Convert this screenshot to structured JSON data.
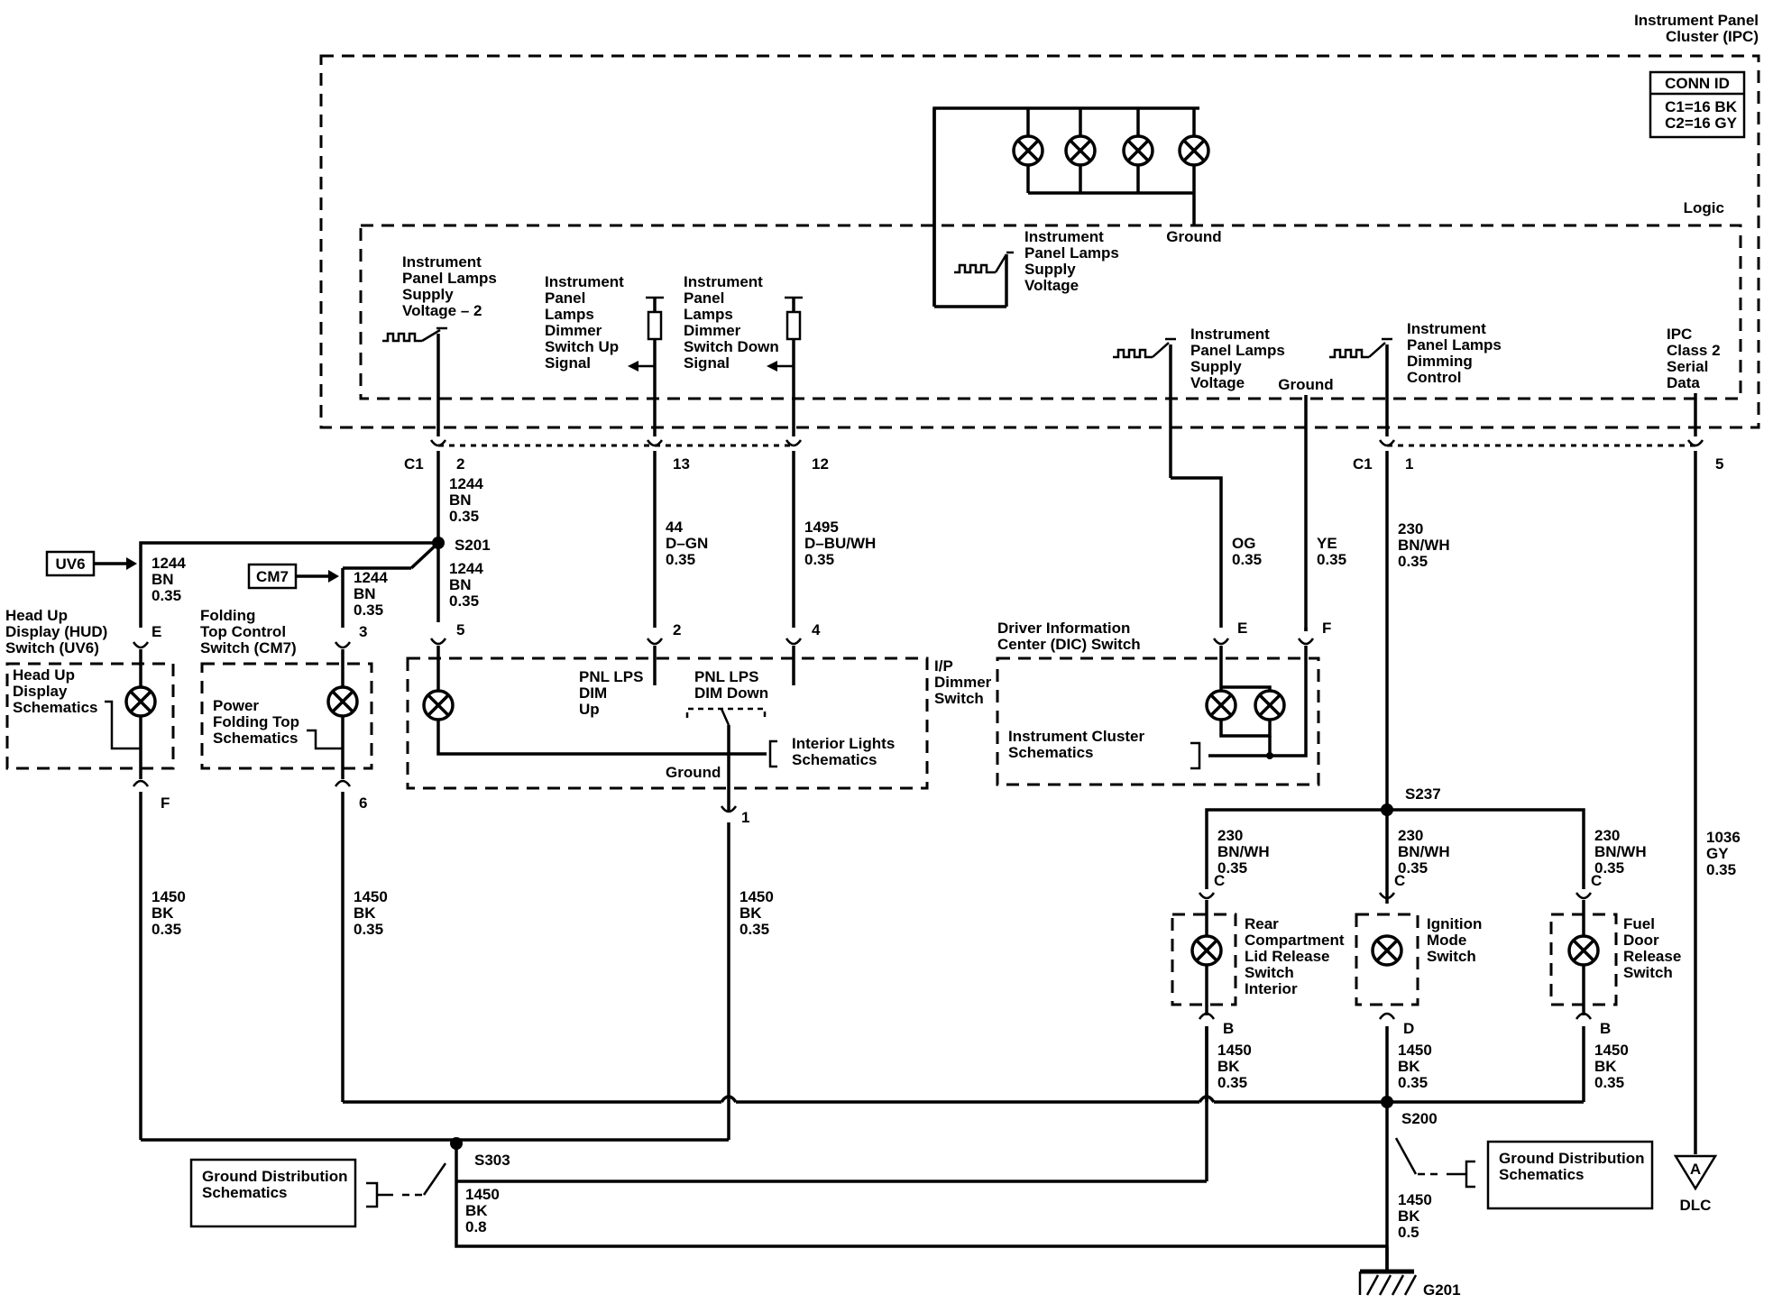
{
  "ipc": {
    "title": [
      "Instrument Panel",
      "Cluster (IPC)"
    ],
    "conn_id": {
      "header": "CONN ID",
      "lines": [
        "C1=16 BK",
        "C2=16 GY"
      ]
    },
    "logic": "Logic",
    "ground_top": "Ground",
    "supply_voltage": [
      "Instrument",
      "Panel Lamps",
      "Supply",
      "Voltage"
    ],
    "supply_voltage_2": [
      "Instrument",
      "Panel Lamps",
      "Supply",
      "Voltage – 2"
    ],
    "dimmer_up": [
      "Instrument",
      "Panel",
      "Lamps",
      "Dimmer",
      "Switch Up",
      "Signal"
    ],
    "dimmer_down": [
      "Instrument",
      "Panel",
      "Lamps",
      "Dimmer",
      "Switch Down",
      "Signal"
    ],
    "supply_voltage_dic": [
      "Instrument",
      "Panel Lamps",
      "Supply",
      "Voltage"
    ],
    "ground_mid": "Ground",
    "dimming_control": [
      "Instrument",
      "Panel Lamps",
      "Dimming",
      "Control"
    ],
    "serial_data": [
      "IPC",
      "Class 2",
      "Serial",
      "Data"
    ]
  },
  "connectors": {
    "c1_left": "C1",
    "pin2": "2",
    "pin13": "13",
    "pin12": "12",
    "c1_right": "C1",
    "pin1": "1",
    "pin5": "5"
  },
  "wires": {
    "w1244_a": [
      "1244",
      "BN",
      "0.35"
    ],
    "w1244_b": [
      "1244",
      "BN",
      "0.35"
    ],
    "w1244_uv6": [
      "1244",
      "BN",
      "0.35"
    ],
    "w1244_cm7": [
      "1244",
      "BN",
      "0.35"
    ],
    "w44": [
      "44",
      "D–GN",
      "0.35"
    ],
    "w1495": [
      "1495",
      "D–BU/WH",
      "0.35"
    ],
    "wog": [
      "OG",
      "0.35"
    ],
    "wye": [
      "YE",
      "0.35"
    ],
    "w230_main": [
      "230",
      "BN/WH",
      "0.35"
    ],
    "w230_left": [
      "230",
      "BN/WH",
      "0.35"
    ],
    "w230_mid": [
      "230",
      "BN/WH",
      "0.35"
    ],
    "w230_right": [
      "230",
      "BN/WH",
      "0.35"
    ],
    "w1036": [
      "1036",
      "GY",
      "0.35"
    ],
    "w1450_hud": [
      "1450",
      "BK",
      "0.35"
    ],
    "w1450_cm7": [
      "1450",
      "BK",
      "0.35"
    ],
    "w1450_dim": [
      "1450",
      "BK",
      "0.35"
    ],
    "w1450_rear": [
      "1450",
      "BK",
      "0.35"
    ],
    "w1450_ign": [
      "1450",
      "BK",
      "0.35"
    ],
    "w1450_fuel": [
      "1450",
      "BK",
      "0.35"
    ],
    "w1450_s303": [
      "1450",
      "BK",
      "0.8"
    ],
    "w1450_s200": [
      "1450",
      "BK",
      "0.5"
    ]
  },
  "splices": {
    "s201": "S201",
    "s237": "S237",
    "s200": "S200",
    "s303": "S303",
    "g201": "G201"
  },
  "options": {
    "uv6": "UV6",
    "cm7": "CM7"
  },
  "hud": {
    "title": [
      "Head Up",
      "Display (HUD)",
      "Switch (UV6)"
    ],
    "inner": [
      "Head Up",
      "Display",
      "Schematics"
    ],
    "pin_top": "E",
    "pin_bottom": "F"
  },
  "cm7": {
    "title": [
      "Folding",
      "Top Control",
      "Switch (CM7)"
    ],
    "inner": [
      "Power",
      "Folding Top",
      "Schematics"
    ],
    "pin_top": "3",
    "pin_bottom": "6"
  },
  "dimmer": {
    "title": [
      "I/P",
      "Dimmer",
      "Switch"
    ],
    "pin5": "5",
    "pin2": "2",
    "pin4": "4",
    "pin1": "1",
    "up": [
      "PNL LPS",
      "DIM",
      "Up"
    ],
    "down": [
      "PNL LPS",
      "DIM Down"
    ],
    "interior": [
      "Interior Lights",
      "Schematics"
    ],
    "ground": "Ground"
  },
  "dic": {
    "title": [
      "Driver Information",
      "Center (DIC) Switch"
    ],
    "inner": [
      "Instrument Cluster",
      "Schematics"
    ],
    "pin_e": "E",
    "pin_f": "F"
  },
  "rear_switch": {
    "title": [
      "Rear",
      "Compartment",
      "Lid Release",
      "Switch",
      "Interior"
    ],
    "pin_top": "C",
    "pin_bottom": "B"
  },
  "ign_switch": {
    "title": [
      "Ignition",
      "Mode",
      "Switch"
    ],
    "pin_top": "C",
    "pin_bottom": "D"
  },
  "fuel_switch": {
    "title": [
      "Fuel",
      "Door",
      "Release",
      "Switch"
    ],
    "pin_top": "C",
    "pin_bottom": "B"
  },
  "ground_dist_left": [
    "Ground Distribution",
    "Schematics"
  ],
  "ground_dist_right": [
    "Ground Distribution",
    "Schematics"
  ],
  "dlc": {
    "pin": "A",
    "label": "DLC"
  }
}
